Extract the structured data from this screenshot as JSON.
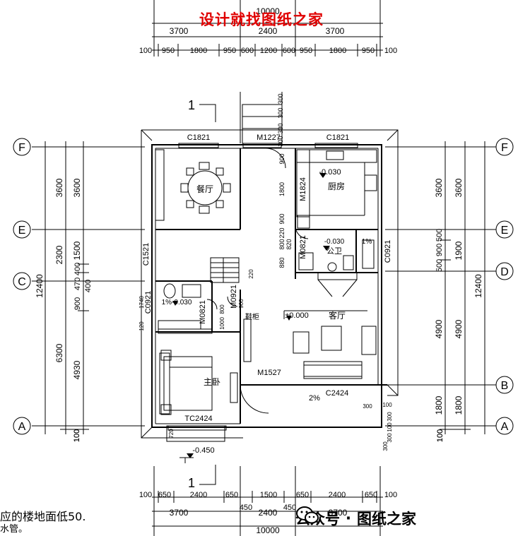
{
  "watermark": "设计就找图纸之家",
  "brand": {
    "account": "公众号",
    "dot": "·",
    "name": "图纸之家"
  },
  "notes": {
    "line1": "应的楼地面低50.",
    "line2": "水管。"
  },
  "top_dims": {
    "overall": "10000",
    "row2": [
      "3700",
      "2400",
      "3700"
    ],
    "row3": [
      "100",
      "950",
      "1800",
      "950",
      "600",
      "1200",
      "600",
      "950",
      "1800",
      "950",
      "100"
    ]
  },
  "bottom_dims": {
    "row1": [
      "100",
      "650",
      "2400",
      "650",
      "1500",
      "650",
      "2400",
      "650",
      "100"
    ],
    "row2": [
      "3700",
      "450",
      "2400",
      "450",
      "3700"
    ],
    "overall": "10000"
  },
  "left_dims": {
    "overall": "12400",
    "col2": [
      "3600",
      "2300",
      "6300",
      "100"
    ],
    "col3": [
      "3600",
      "1500",
      "400",
      "470",
      "400",
      "900",
      "4930",
      "100"
    ]
  },
  "right_dims": {
    "overall": "12400",
    "col2": [
      "3600",
      "1900",
      "4900",
      "1800",
      "100"
    ],
    "col3": [
      "3600",
      "500",
      "900",
      "500",
      "4900",
      "1800",
      "100"
    ]
  },
  "axes": {
    "left": [
      "F",
      "E",
      "C",
      "A"
    ],
    "right": [
      "F",
      "E",
      "D",
      "B",
      "A"
    ]
  },
  "section_mark": "1",
  "rooms": {
    "dining": "餐厅",
    "kitchen": "厨房",
    "toilet": "公卫",
    "living": "客厅",
    "master": "主卧",
    "shoe": "鞋柜"
  },
  "openings": {
    "c1821_l": "C1821",
    "c1821_r": "C1821",
    "m1227": "M1227",
    "m1824": "M1824",
    "c1521": "C1521",
    "m0821": "M0821",
    "c0921_r": "C0921",
    "c0921_l": "C0921",
    "m0921": "M0921",
    "m0821_b": "M0821",
    "m1527": "M1527",
    "c2424": "C2424",
    "tc2424": "TC2424"
  },
  "levels": {
    "kitchen": "-0.030",
    "toilet": "-0.030",
    "bath": "1%-0.030",
    "living": "±0.000",
    "outside": "-0.450"
  },
  "slopes": {
    "toilet": "1%",
    "porch": "2%"
  },
  "misc_dims": {
    "stair": [
      "300",
      "300",
      "300",
      "300"
    ],
    "kitchen_side": [
      "900",
      "1800",
      "900"
    ],
    "mid_col": [
      "220",
      "800",
      "820",
      "880"
    ],
    "bath_side": [
      "1740",
      "120"
    ],
    "bath_small": [
      "800",
      "1000",
      "900"
    ],
    "small_220": "220",
    "porch": [
      "300",
      "100",
      "300",
      "100",
      "300",
      "300"
    ],
    "bed_720": "720"
  }
}
